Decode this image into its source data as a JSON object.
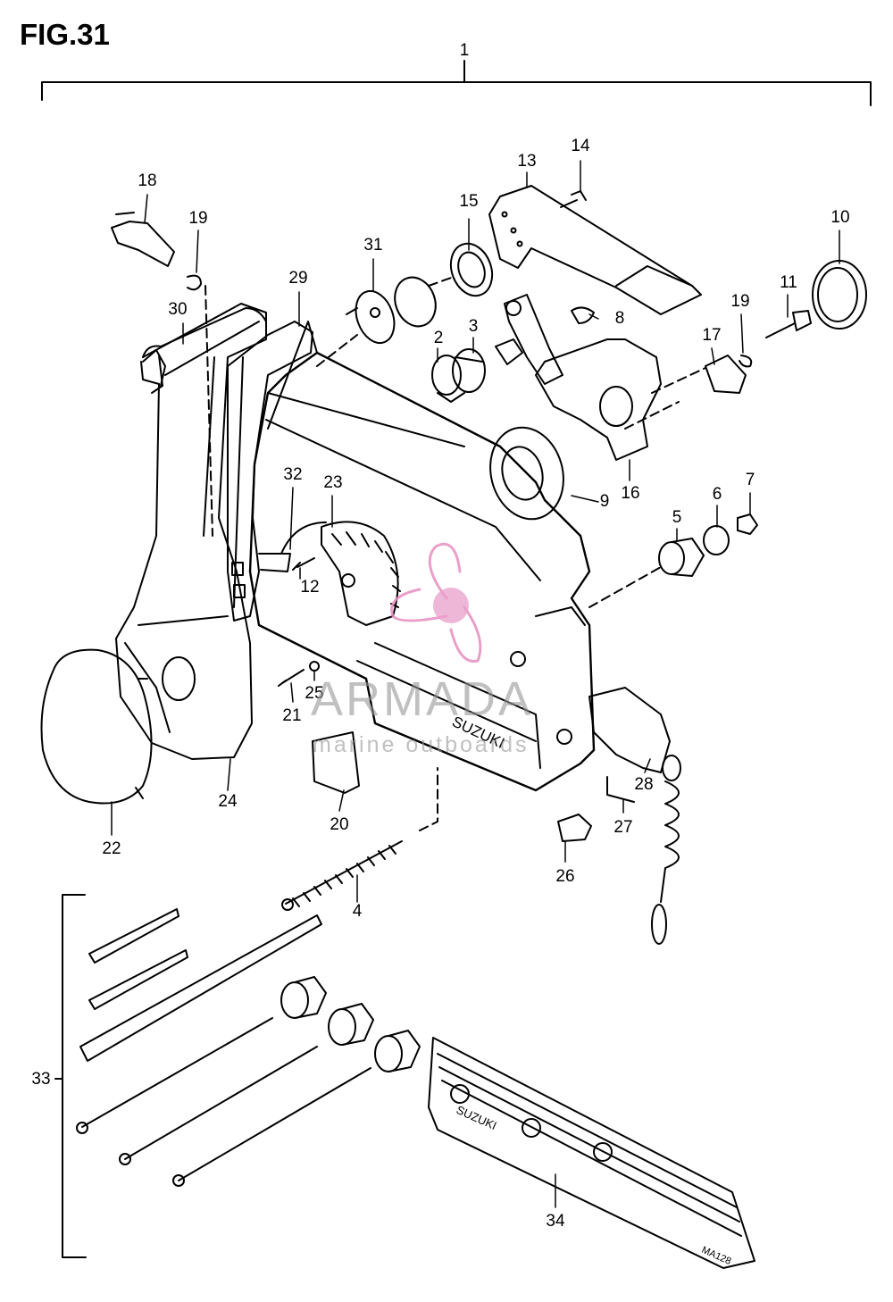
{
  "figure": {
    "title": "FIG.31"
  },
  "callouts": [
    {
      "id": "c1",
      "label": "1"
    },
    {
      "id": "c2",
      "label": "2"
    },
    {
      "id": "c3",
      "label": "3"
    },
    {
      "id": "c4",
      "label": "4"
    },
    {
      "id": "c5",
      "label": "5"
    },
    {
      "id": "c6",
      "label": "6"
    },
    {
      "id": "c7",
      "label": "7"
    },
    {
      "id": "c8",
      "label": "8"
    },
    {
      "id": "c9",
      "label": "9"
    },
    {
      "id": "c10",
      "label": "10"
    },
    {
      "id": "c11",
      "label": "11"
    },
    {
      "id": "c12",
      "label": "12"
    },
    {
      "id": "c13",
      "label": "13"
    },
    {
      "id": "c14",
      "label": "14"
    },
    {
      "id": "c15",
      "label": "15"
    },
    {
      "id": "c16",
      "label": "16"
    },
    {
      "id": "c17",
      "label": "17"
    },
    {
      "id": "c18",
      "label": "18"
    },
    {
      "id": "c19a",
      "label": "19"
    },
    {
      "id": "c19b",
      "label": "19"
    },
    {
      "id": "c20",
      "label": "20"
    },
    {
      "id": "c21",
      "label": "21"
    },
    {
      "id": "c22",
      "label": "22"
    },
    {
      "id": "c23",
      "label": "23"
    },
    {
      "id": "c24",
      "label": "24"
    },
    {
      "id": "c25",
      "label": "25"
    },
    {
      "id": "c26",
      "label": "26"
    },
    {
      "id": "c27",
      "label": "27"
    },
    {
      "id": "c28",
      "label": "28"
    },
    {
      "id": "c29",
      "label": "29"
    },
    {
      "id": "c30",
      "label": "30"
    },
    {
      "id": "c31",
      "label": "31"
    },
    {
      "id": "c32",
      "label": "32"
    },
    {
      "id": "c33",
      "label": "33"
    },
    {
      "id": "c34",
      "label": "34"
    }
  ],
  "watermark": {
    "word": "ARMADA",
    "sub": "marine outboards",
    "accent": "#e68fc0"
  },
  "stamps": {
    "housing": "SUZUKI",
    "plate": "SUZUKI",
    "plate_code": "MA128"
  }
}
